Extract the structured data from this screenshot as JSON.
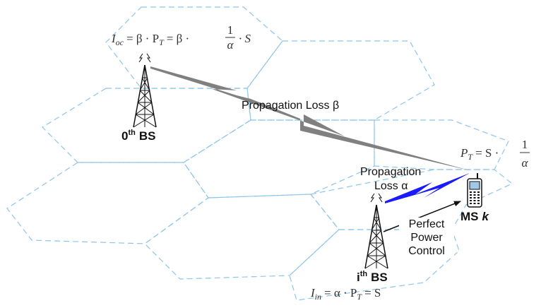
{
  "colors": {
    "hex_grid": "#8ec5ea",
    "loss_beta_bolt": "#808080",
    "loss_alpha_bolt": "#1a1aff",
    "tower": "#111111",
    "mobile_screen": "#9fc9e6",
    "text": "#111111"
  },
  "icons": {
    "base_station_0": "cell-tower-icon",
    "base_station_i": "cell-tower-icon",
    "mobile_station": "mobile-phone-icon"
  },
  "formulas": {
    "ioc": {
      "lhs": "I",
      "lhs_sub": "oc",
      "mid": "= β · P",
      "mid_sub": "T",
      "rhs": "= β ·",
      "frac_num": "1",
      "frac_den": "α",
      "tail": "· S"
    },
    "pt": {
      "lhs": "P",
      "lhs_sub": "T",
      "rhs": "= S ·",
      "frac_num": "1",
      "frac_den": "α"
    },
    "iin": {
      "lhs": "I",
      "lhs_sub": "in",
      "rhs": "= α · P",
      "rhs_sub": "T",
      "tail": "= S"
    }
  },
  "labels": {
    "propagation_loss_beta": "Propagation Loss β",
    "propagation_loss_alpha_line1": "Propagation",
    "propagation_loss_alpha_line2": "Loss α",
    "bs0_base": "0",
    "bs0_sup": "th",
    "bs0_tail": "BS",
    "bsi_base": "i",
    "bsi_sup": "th",
    "bsi_tail": "BS",
    "ms_prefix": "MS",
    "ms_k": "k",
    "power_control_line1": "Perfect",
    "power_control_line2": "Power",
    "power_control_line3": "Control"
  }
}
